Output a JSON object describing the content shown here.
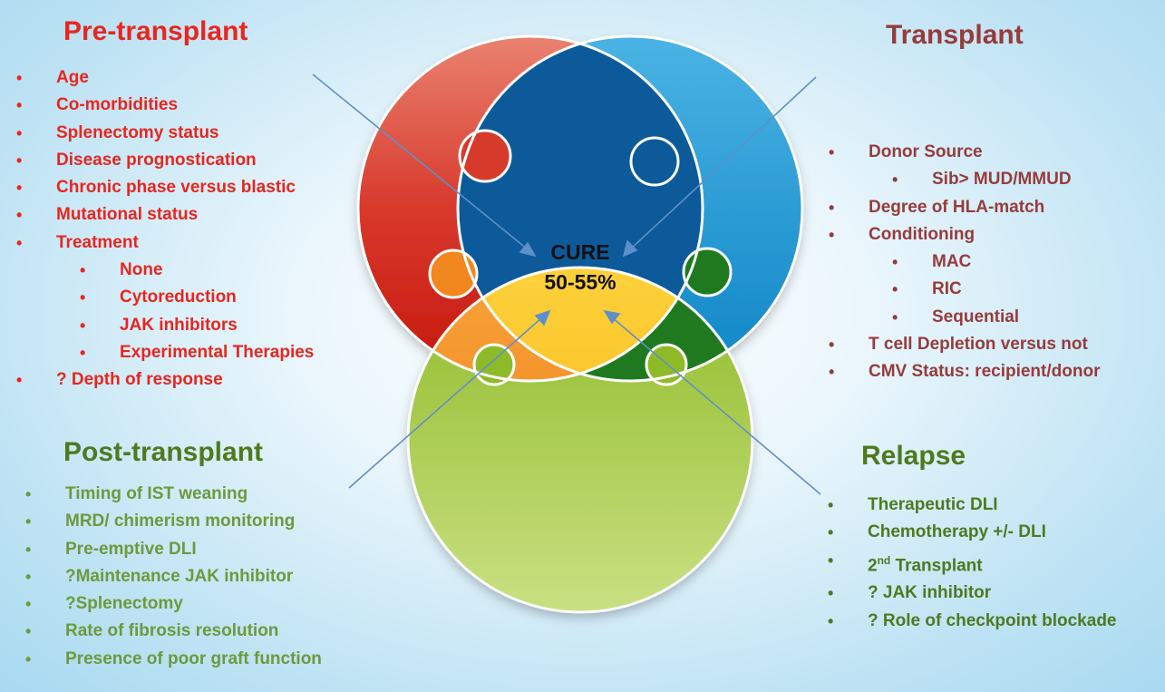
{
  "center": {
    "line1": "CURE",
    "line2": "50-55%"
  },
  "pre_transplant": {
    "title": "Pre-transplant",
    "items": [
      {
        "text": "Age",
        "level": 0
      },
      {
        "text": "Co-morbidities",
        "level": 0
      },
      {
        "text": "Splenectomy status",
        "level": 0
      },
      {
        "text": "Disease prognostication",
        "level": 0
      },
      {
        "text": "Chronic phase versus blastic",
        "level": 0
      },
      {
        "text": "Mutational status",
        "level": 0
      },
      {
        "text": "Treatment",
        "level": 0
      },
      {
        "text": "None",
        "level": 1
      },
      {
        "text": "Cytoreduction",
        "level": 1
      },
      {
        "text": "JAK inhibitors",
        "level": 1
      },
      {
        "text": "Experimental Therapies",
        "level": 1
      },
      {
        "text": "? Depth of response",
        "level": 0
      }
    ]
  },
  "transplant": {
    "title": "Transplant",
    "items": [
      {
        "text": "Donor Source",
        "level": 0
      },
      {
        "text": "Sib> MUD/MMUD",
        "level": 1
      },
      {
        "text": "Degree of HLA-match",
        "level": 0
      },
      {
        "text": "Conditioning",
        "level": 0
      },
      {
        "text": "MAC",
        "level": 1
      },
      {
        "text": "RIC",
        "level": 1
      },
      {
        "text": "Sequential",
        "level": 1
      },
      {
        "text": "T cell Depletion versus not",
        "level": 0
      },
      {
        "text": "CMV Status: recipient/donor",
        "level": 0
      }
    ]
  },
  "post_transplant": {
    "title": "Post-transplant",
    "items": [
      "Timing of IST weaning",
      "MRD/ chimerism monitoring",
      "Pre-emptive DLI",
      "?Maintenance JAK inhibitor",
      "?Splenectomy",
      "Rate of fibrosis resolution",
      "Presence of poor graft function"
    ]
  },
  "relapse": {
    "title": "Relapse",
    "items": [
      "Therapeutic DLI",
      "Chemotherapy +/- DLI",
      {
        "num": "2",
        "sup": "nd",
        "rest": " Transplant"
      },
      "? JAK inhibitor",
      "? Role of checkpoint blockade"
    ]
  },
  "colors": {
    "red_circle": "#d52b1e",
    "blue_circle": "#1d9ad6",
    "green_circle": "#9bc43a",
    "dark_blue_piece": "#0d5a9a",
    "orange_piece": "#f2861f",
    "dark_green_piece": "#1f7a1f",
    "center_piece": "#fbc21a",
    "arrow": "#5f8fc9",
    "pre_text": "#e8261e",
    "transplant_text": "#973b3b",
    "post_text": "#6c9a3c"
  }
}
